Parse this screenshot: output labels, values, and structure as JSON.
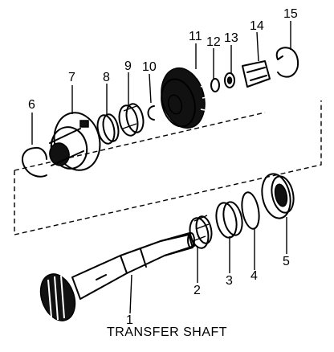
{
  "caption": "TRANSFER SHAFT",
  "callouts": {
    "c1": "1",
    "c2": "2",
    "c3": "3",
    "c4": "4",
    "c5": "5",
    "c6": "6",
    "c7": "7",
    "c8": "8",
    "c9": "9",
    "c10": "10",
    "c11": "11",
    "c12": "12",
    "c13": "13",
    "c14": "14",
    "c15": "15"
  }
}
